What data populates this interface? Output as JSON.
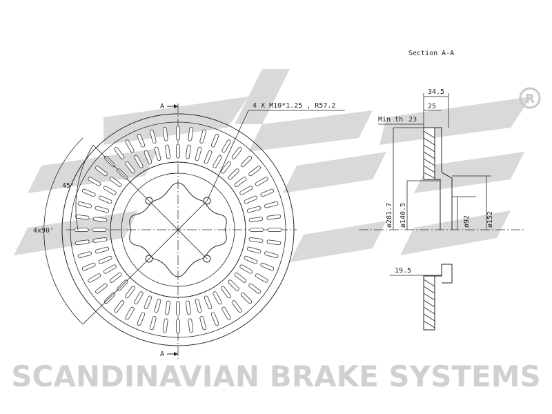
{
  "labels": {
    "section_title": "Section A-A",
    "section_mark_top": "A",
    "section_mark_bottom": "A",
    "bolt_callout": "4 X M10*1.25 , R57.2",
    "angle_45": "45'",
    "angle_4x90": "4x90'",
    "dim_34_5": "34.5",
    "dim_25": "25",
    "min_th_prefix": "Min th",
    "min_th_value": "23",
    "dim_281_7": "ø281.7",
    "dim_140_5": "ø140.5",
    "dim_92": "ø92",
    "dim_152": "ø152",
    "dim_19_5": "19.5",
    "registered_mark": "R"
  },
  "brand": {
    "watermark_text": "SCANDINAVIAN BRAKE SYSTEMS"
  },
  "colors": {
    "line": "#222222",
    "watermark": "#d9d9d9",
    "background": "#ffffff"
  }
}
